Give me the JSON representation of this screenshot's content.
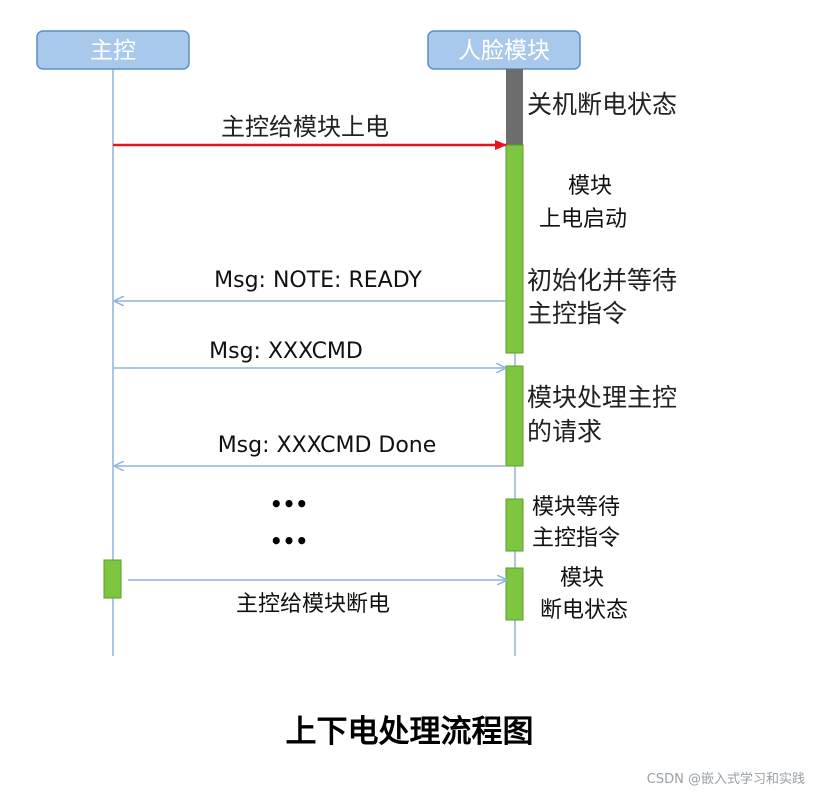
{
  "participants": {
    "master": "主控",
    "module": "人脸模块"
  },
  "states": {
    "power_off": "关机断电状态",
    "boot_line1": "模块",
    "boot_line2": "上电启动",
    "init_line1": "初始化并等待",
    "init_line2": "主控指令",
    "process_line1": "模块处理主控",
    "process_line2": "的请求",
    "wait_line1": "模块等待",
    "wait_line2": "主控指令",
    "off_line1": "模块",
    "off_line2": "断电状态"
  },
  "messages": {
    "power_on": "主控给模块上电",
    "ready": "Msg: NOTE: READY",
    "cmd": "Msg: XXXCMD",
    "cmd_done": "Msg: XXXCMD Done",
    "ellipsis_1": "•••",
    "ellipsis_2": "•••",
    "power_off": "主控给模块断电"
  },
  "title": "上下电处理流程图",
  "watermark": "CSDN @嵌入式学习和实践",
  "colors": {
    "participant_fill": "#a9c9ec",
    "participant_border": "#5b8fc7",
    "lifeline": "#8eb4dc",
    "message_arrow": "#8eb4dc",
    "power_on_arrow": "#e8141b",
    "activation_green": "#7ec63f",
    "activation_off": "#6d6d6d"
  }
}
